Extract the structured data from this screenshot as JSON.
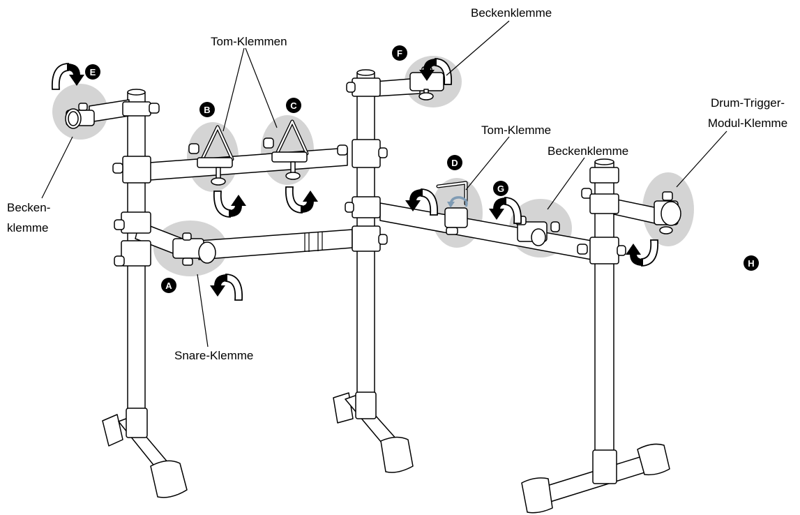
{
  "labels": {
    "cymbal_clamp_top": "Beckenklemme",
    "tom_clamps": "Tom-Klemmen",
    "tom_clamp": "Tom-Klemme",
    "trigger_module_clamp": [
      "Drum-Trigger-",
      "Modul-Klemme"
    ],
    "cymbal_clamp_right": "Beckenklemme",
    "cymbal_clamp_left": [
      "Becken-",
      "klemme"
    ],
    "snare_clamp": "Snare-Klemme"
  },
  "markers": {
    "a": "A",
    "b": "B",
    "c": "C",
    "d": "D",
    "e": "E",
    "f": "F",
    "g": "G",
    "h": "H"
  },
  "colors": {
    "line": "#000000",
    "highlight": "#d4d4d4",
    "background": "#ffffff",
    "key_rotation": "#7f9bb4"
  }
}
